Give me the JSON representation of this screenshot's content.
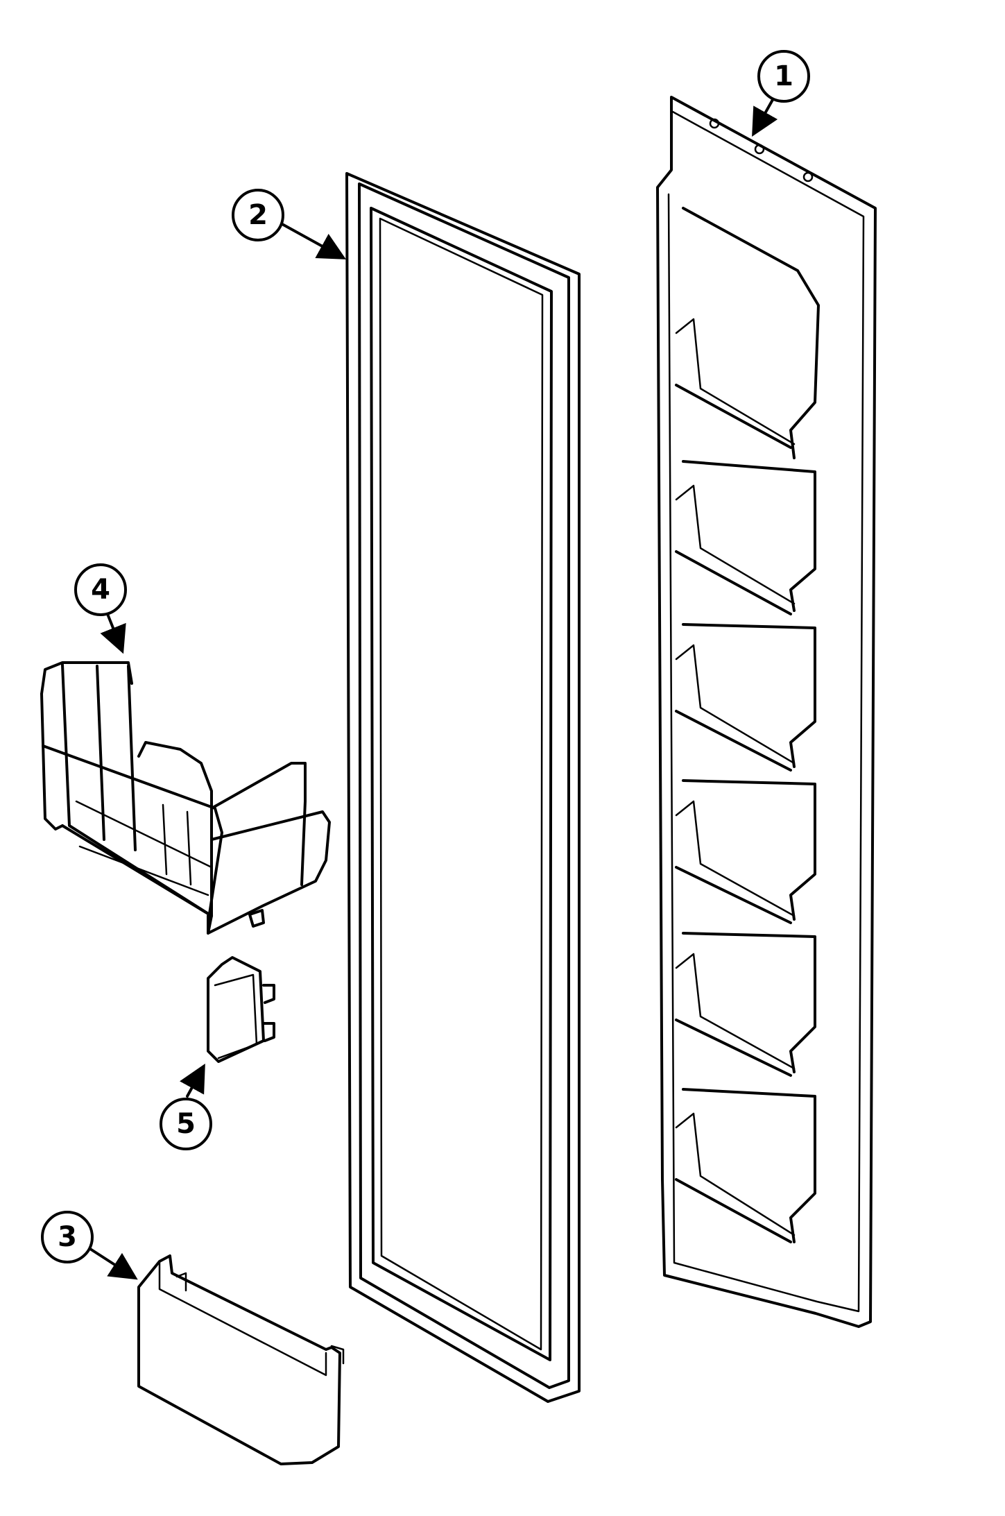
{
  "callouts": {
    "one": "1",
    "two": "2",
    "three": "3",
    "four": "4",
    "five": "5"
  }
}
